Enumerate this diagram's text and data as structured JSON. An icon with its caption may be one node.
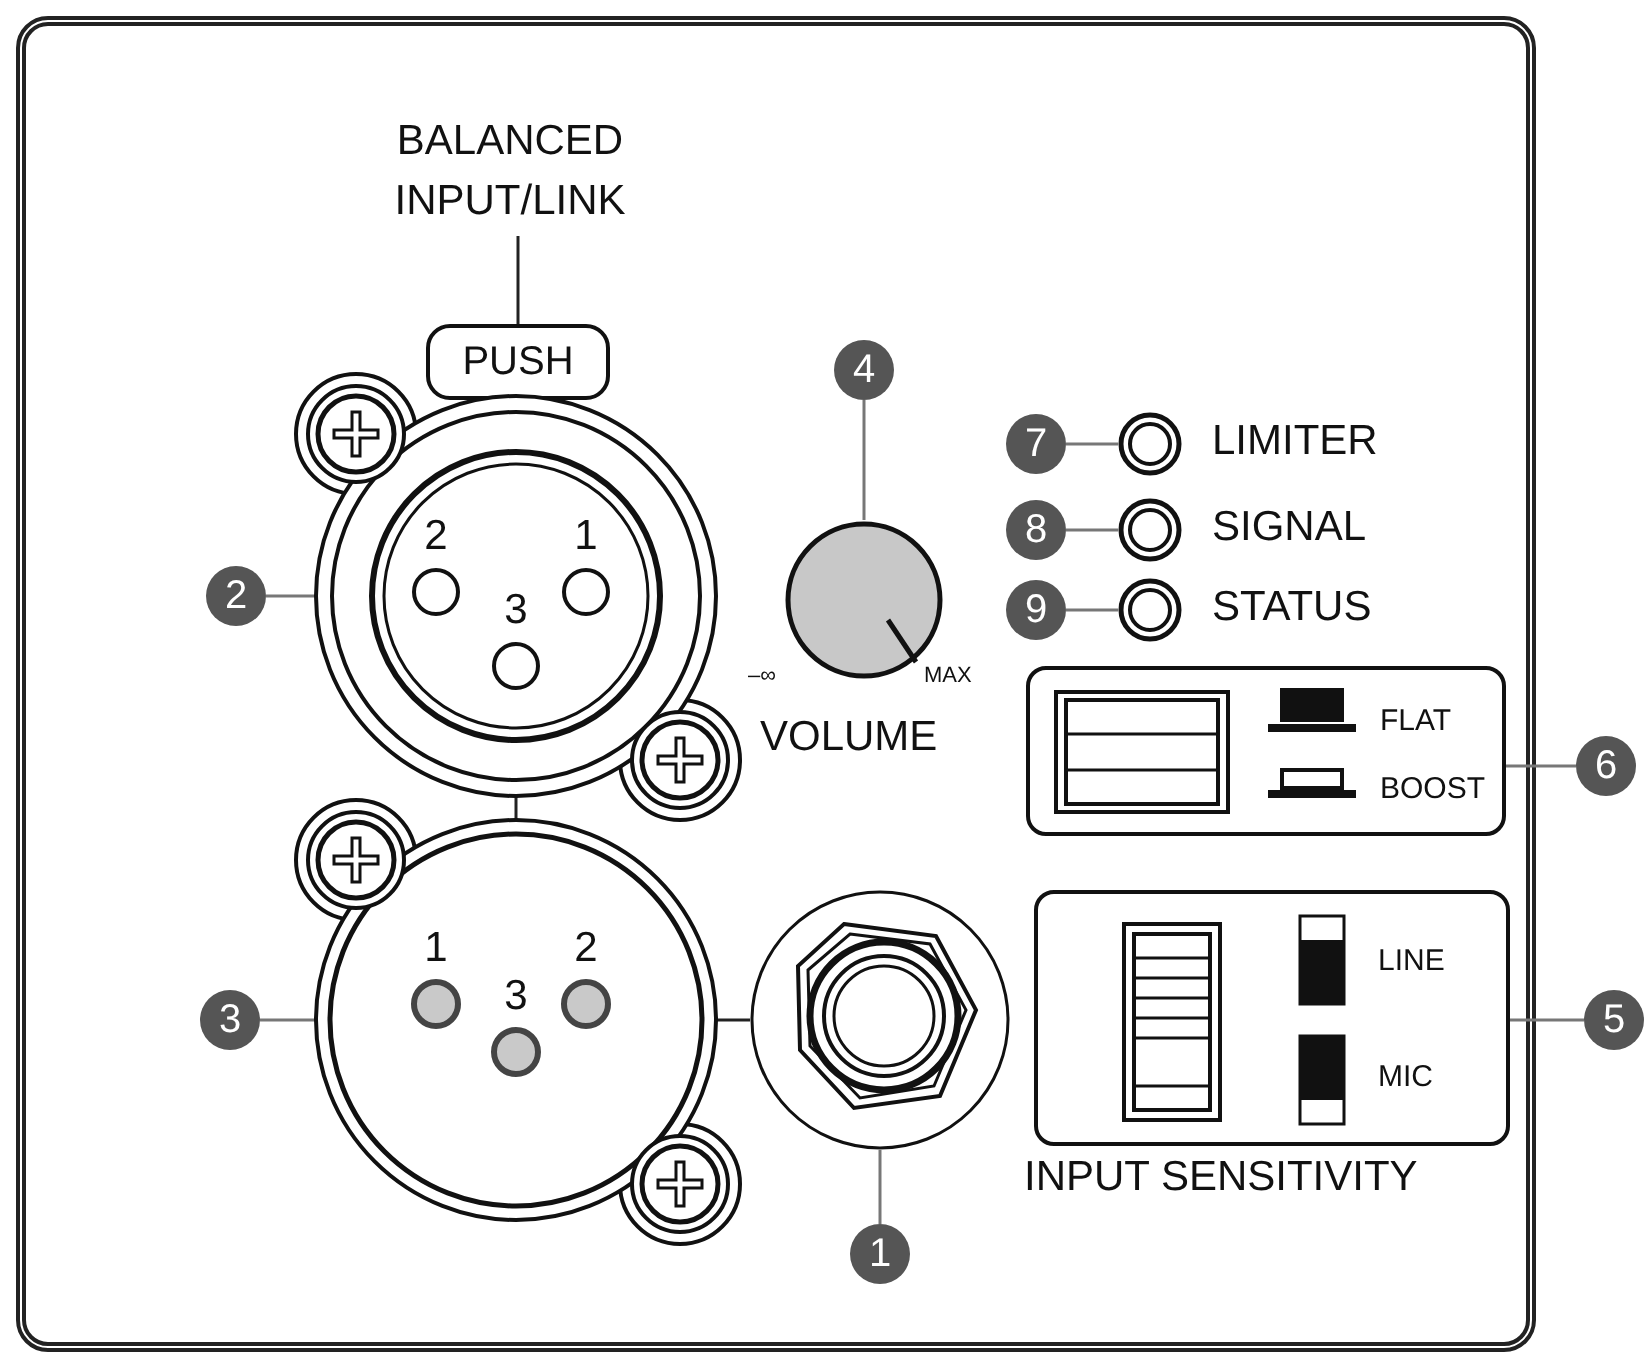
{
  "diagram": {
    "nodes": [
      {
        "text": [
          "BALANCED INPUT/LINK"
        ]
      },
      {
        "text": [
          "PUSH"
        ]
      },
      {
        "text": [
          "2",
          "1",
          "3"
        ]
      },
      {
        "text": [
          "2"
        ]
      },
      {
        "text": [
          "1",
          "2",
          "3"
        ]
      },
      {
        "text": [
          "3"
        ]
      },
      {
        "text": [],
        "shape": "circle"
      },
      {
        "text": [
          "1"
        ]
      },
      {
        "text": [],
        "shape": "circle",
        "beside": [
          "–∞",
          "MAX",
          "VOLUME"
        ]
      },
      {
        "text": [
          "4"
        ]
      },
      {
        "text": [],
        "shape": "circle",
        "beside": [
          "LIMITER"
        ]
      },
      {
        "text": [
          "7"
        ]
      },
      {
        "text": [],
        "shape": "circle",
        "beside": [
          "SIGNAL"
        ]
      },
      {
        "text": [
          "8"
        ]
      },
      {
        "text": [],
        "shape": "circle",
        "beside": [
          "STATUS"
        ]
      },
      {
        "text": [
          "9"
        ]
      },
      {
        "text": [
          "FLAT",
          "BOOST"
        ]
      },
      {
        "text": [
          "6"
        ]
      },
      {
        "text": [
          "LINE",
          "MIC"
        ],
        "beside": [
          "INPUT SENSITIVITY"
        ]
      },
      {
        "text": [
          "5"
        ]
      }
    ],
    "edges": [
      {
        "from": 0,
        "to": 1,
        "arrow": "none",
        "color": "#222222"
      },
      {
        "from": 3,
        "to": 2,
        "arrow": "none"
      },
      {
        "from": 2,
        "to": 4,
        "arrow": "none",
        "color": "#222222"
      },
      {
        "from": 5,
        "to": 4,
        "arrow": "none"
      },
      {
        "from": 4,
        "to": 6,
        "arrow": "none",
        "color": "#222222"
      },
      {
        "from": 7,
        "to": 6,
        "arrow": "none"
      },
      {
        "from": 9,
        "to": 8,
        "arrow": "none"
      },
      {
        "from": 11,
        "to": 10,
        "arrow": "none"
      },
      {
        "from": 13,
        "to": 12,
        "arrow": "none"
      },
      {
        "from": 15,
        "to": 14,
        "arrow": "none"
      },
      {
        "from": 17,
        "to": 16,
        "arrow": "none"
      },
      {
        "from": 19,
        "to": 18,
        "arrow": "none"
      }
    ]
  }
}
